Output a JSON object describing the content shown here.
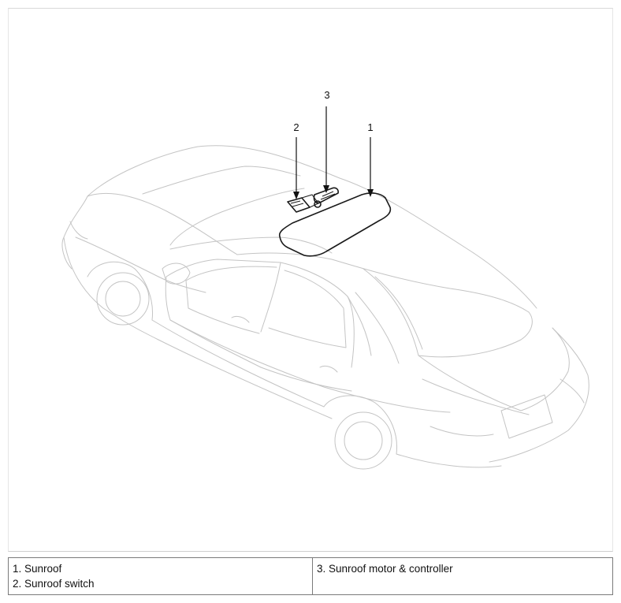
{
  "diagram": {
    "callouts": [
      {
        "number": "1",
        "part": "Sunroof"
      },
      {
        "number": "2",
        "part": "Sunroof switch"
      },
      {
        "number": "3",
        "part": "Sunroof motor & controller"
      }
    ]
  },
  "legend": {
    "left_column": [
      "1. Sunroof",
      "2. Sunroof switch"
    ],
    "right_column": [
      "3. Sunroof motor & controller"
    ]
  }
}
